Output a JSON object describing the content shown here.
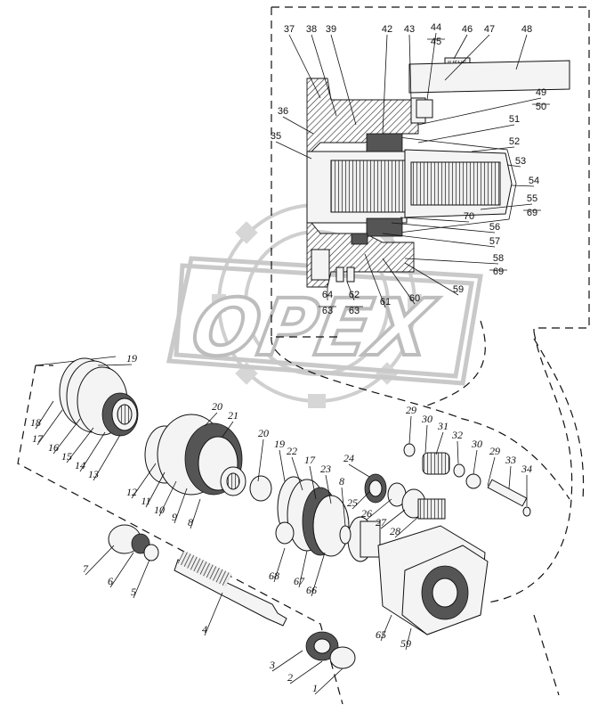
{
  "watermark": {
    "text": "OPEX"
  },
  "stamp": {
    "text": "IUSHE"
  },
  "labels": [
    {
      "id": "37",
      "text": "37"
    },
    {
      "id": "38",
      "text": "38"
    },
    {
      "id": "39",
      "text": "39"
    },
    {
      "id": "42",
      "text": "42"
    },
    {
      "id": "43",
      "text": "43"
    },
    {
      "id": "44",
      "text": "44"
    },
    {
      "id": "45",
      "text": "45"
    },
    {
      "id": "46",
      "text": "46"
    },
    {
      "id": "47",
      "text": "47"
    },
    {
      "id": "48",
      "text": "48"
    },
    {
      "id": "49",
      "text": "49"
    },
    {
      "id": "50",
      "text": "50"
    },
    {
      "id": "36",
      "text": "36"
    },
    {
      "id": "51",
      "text": "51"
    },
    {
      "id": "35",
      "text": "35"
    },
    {
      "id": "52",
      "text": "52"
    },
    {
      "id": "53",
      "text": "53"
    },
    {
      "id": "54",
      "text": "54"
    },
    {
      "id": "55",
      "text": "55"
    },
    {
      "id": "69a",
      "text": "69"
    },
    {
      "id": "70",
      "text": "70"
    },
    {
      "id": "56",
      "text": "56"
    },
    {
      "id": "57",
      "text": "57"
    },
    {
      "id": "58",
      "text": "58"
    },
    {
      "id": "69b",
      "text": "69"
    },
    {
      "id": "59a",
      "text": "59"
    },
    {
      "id": "60",
      "text": "60"
    },
    {
      "id": "61",
      "text": "61"
    },
    {
      "id": "64",
      "text": "64"
    },
    {
      "id": "63a",
      "text": "63"
    },
    {
      "id": "62",
      "text": "62"
    },
    {
      "id": "63b",
      "text": "63"
    },
    {
      "id": "19a",
      "text": "19"
    },
    {
      "id": "18",
      "text": "18"
    },
    {
      "id": "17a",
      "text": "17"
    },
    {
      "id": "16",
      "text": "16"
    },
    {
      "id": "15",
      "text": "15"
    },
    {
      "id": "14",
      "text": "14"
    },
    {
      "id": "13",
      "text": "13"
    },
    {
      "id": "20a",
      "text": "20"
    },
    {
      "id": "21",
      "text": "21"
    },
    {
      "id": "12",
      "text": "12"
    },
    {
      "id": "11",
      "text": "11"
    },
    {
      "id": "10",
      "text": "10"
    },
    {
      "id": "9",
      "text": "9"
    },
    {
      "id": "8a",
      "text": "8"
    },
    {
      "id": "20b",
      "text": "20"
    },
    {
      "id": "19b",
      "text": "19"
    },
    {
      "id": "22",
      "text": "22"
    },
    {
      "id": "17b",
      "text": "17"
    },
    {
      "id": "23",
      "text": "23"
    },
    {
      "id": "8b",
      "text": "8"
    },
    {
      "id": "24",
      "text": "24"
    },
    {
      "id": "25",
      "text": "25"
    },
    {
      "id": "26",
      "text": "26"
    },
    {
      "id": "27",
      "text": "27"
    },
    {
      "id": "28",
      "text": "28"
    },
    {
      "id": "29a",
      "text": "29"
    },
    {
      "id": "30a",
      "text": "30"
    },
    {
      "id": "31",
      "text": "31"
    },
    {
      "id": "32",
      "text": "32"
    },
    {
      "id": "30b",
      "text": "30"
    },
    {
      "id": "29b",
      "text": "29"
    },
    {
      "id": "33",
      "text": "33"
    },
    {
      "id": "34",
      "text": "34"
    },
    {
      "id": "7",
      "text": "7"
    },
    {
      "id": "6",
      "text": "6"
    },
    {
      "id": "5",
      "text": "5"
    },
    {
      "id": "4",
      "text": "4"
    },
    {
      "id": "68",
      "text": "68"
    },
    {
      "id": "67",
      "text": "67"
    },
    {
      "id": "66",
      "text": "66"
    },
    {
      "id": "65",
      "text": "65"
    },
    {
      "id": "59b",
      "text": "59"
    },
    {
      "id": "3",
      "text": "3"
    },
    {
      "id": "2",
      "text": "2"
    },
    {
      "id": "1",
      "text": "1"
    }
  ]
}
